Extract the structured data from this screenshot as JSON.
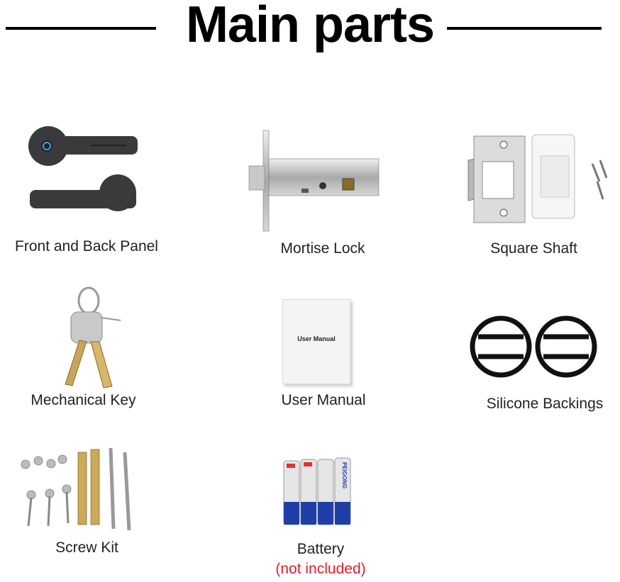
{
  "title": "Main parts",
  "items": [
    {
      "icon": "lever-handle-icon",
      "label": "Front and Back Panel"
    },
    {
      "icon": "mortise-lock-icon",
      "label": "Mortise Lock"
    },
    {
      "icon": "strike-plate-icon",
      "label": "Square Shaft"
    },
    {
      "icon": "keys-icon",
      "label": "Mechanical Key"
    },
    {
      "icon": "manual-icon",
      "label": "User Manual",
      "cover_text": "User Manual"
    },
    {
      "icon": "rings-icon",
      "label": "Silicone Backings"
    },
    {
      "icon": "screws-icon",
      "label": "Screw Kit"
    },
    {
      "icon": "battery-icon",
      "label": "Battery",
      "note": "(not included)",
      "battery_brand": "PEIGONG"
    }
  ],
  "colors": {
    "accent_note": "#e0202a",
    "handle": "#3a3a3c",
    "fingerprint": "#3aa0ff",
    "battery_blue": "#1f3fa8"
  }
}
